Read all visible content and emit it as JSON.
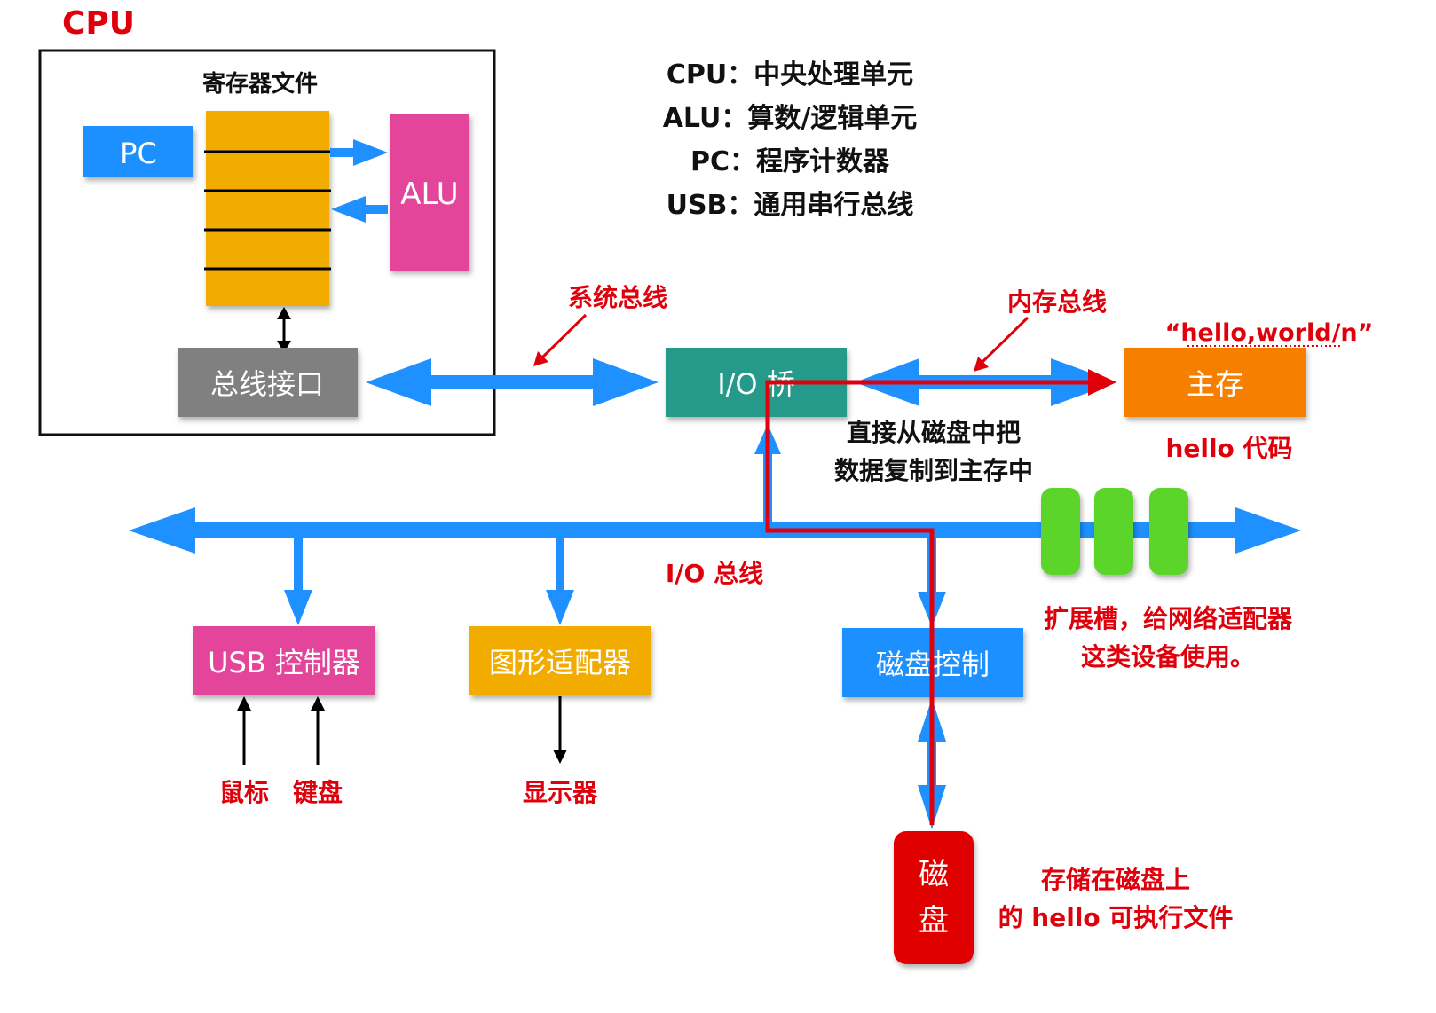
{
  "colors": {
    "bus_blue": "#1e90ff",
    "accent_red": "#e0000b",
    "register_orange": "#f2ac00",
    "alu_pink": "#e2459a",
    "bus_interface_gray": "#808080",
    "io_bridge_teal": "#259a8a",
    "main_memory_orange": "#f77f00",
    "slot_green": "#5cd52b",
    "disk_red": "#e00000"
  },
  "cpu": {
    "title": "CPU",
    "register_file_label": "寄存器文件",
    "pc_label": "PC",
    "alu_label": "ALU",
    "bus_interface_label": "总线接口"
  },
  "legend": [
    "CPU：中央处理单元",
    "ALU：算数/逻辑单元",
    "PC：程序计数器",
    "USB：通用串行总线"
  ],
  "buses": {
    "system_bus": "系统总线",
    "memory_bus": "内存总线",
    "io_bus": "I/O 总线"
  },
  "io_bridge": {
    "label": "I/O 桥"
  },
  "main_memory": {
    "label": "主存",
    "string_note": "“hello,world/n”",
    "code_note": "hello 代码"
  },
  "dma_note": [
    "直接从磁盘中把",
    "数据复制到主存中"
  ],
  "expansion_note": [
    "扩展槽，给网络适配器",
    "这类设备使用。"
  ],
  "devices": {
    "usb_controller": "USB 控制器",
    "graphics_adapter": "图形适配器",
    "disk_controller": "磁盘控制",
    "mouse": "鼠标",
    "keyboard": "键盘",
    "display": "显示器",
    "disk": [
      "磁",
      "盘"
    ]
  },
  "disk_note": [
    "存储在磁盘上",
    "的 hello 可执行文件"
  ]
}
